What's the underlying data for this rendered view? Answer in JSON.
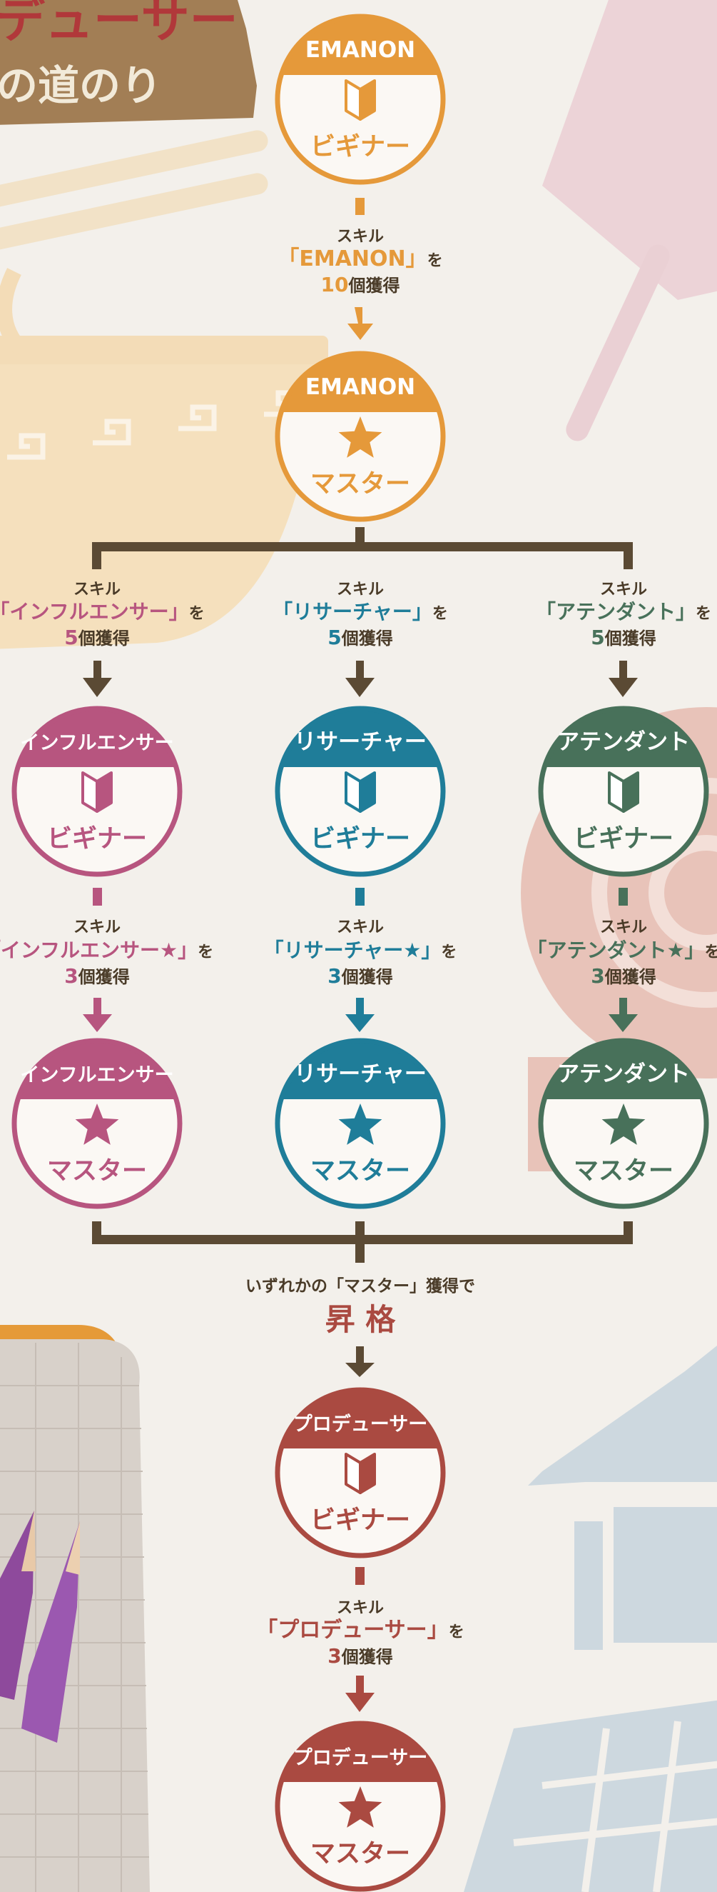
{
  "title_banner": {
    "line1": "デューサー",
    "line2": "の道のり"
  },
  "colors": {
    "background": "#f3f0eb",
    "orange": "#e5993a",
    "pink": "#b7557f",
    "teal": "#1f7d99",
    "green": "#48715a",
    "red": "#aa4a41",
    "connector": "#5b4a34"
  },
  "nodes": {
    "emanon_beginner": {
      "header": "EMANON",
      "icon": "beginner-mark-icon",
      "level": "ビギナー"
    },
    "emanon_master": {
      "header": "EMANON",
      "icon": "star-icon",
      "level": "マスター"
    },
    "influencer_beginner": {
      "header": "インフルエンサー",
      "icon": "beginner-mark-icon",
      "level": "ビギナー"
    },
    "researcher_beginner": {
      "header": "リサーチャー",
      "icon": "beginner-mark-icon",
      "level": "ビギナー"
    },
    "attendant_beginner": {
      "header": "アテンダント",
      "icon": "beginner-mark-icon",
      "level": "ビギナー"
    },
    "influencer_master": {
      "header": "インフルエンサー",
      "icon": "star-icon",
      "level": "マスター"
    },
    "researcher_master": {
      "header": "リサーチャー",
      "icon": "star-icon",
      "level": "マスター"
    },
    "attendant_master": {
      "header": "アテンダント",
      "icon": "star-icon",
      "level": "マスター"
    },
    "producer_beginner": {
      "header": "プロデューサー",
      "icon": "beginner-mark-icon",
      "level": "ビギナー"
    },
    "producer_master": {
      "header": "プロデューサー",
      "icon": "star-icon",
      "level": "マスター"
    }
  },
  "requirements": {
    "emanon": {
      "top": "スキル",
      "open": "「",
      "skill": "EMANON",
      "close": "」",
      "suffix": "を",
      "count": "10",
      "count_suffix": "個獲得"
    },
    "influencer_branch": {
      "top": "スキル",
      "open": "「",
      "skill": "インフルエンサー",
      "close": "」",
      "suffix": "を",
      "count": "5",
      "count_suffix": "個獲得"
    },
    "researcher_branch": {
      "top": "スキル",
      "open": "「",
      "skill": "リサーチャー",
      "close": "」",
      "suffix": "を",
      "count": "5",
      "count_suffix": "個獲得"
    },
    "attendant_branch": {
      "top": "スキル",
      "open": "「",
      "skill": "アテンダント",
      "close": "」",
      "suffix": "を",
      "count": "5",
      "count_suffix": "個獲得"
    },
    "influencer_master": {
      "top": "スキル",
      "open": "「",
      "skill": "インフルエンサー★",
      "close": "」",
      "suffix": "を",
      "count": "3",
      "count_suffix": "個獲得"
    },
    "researcher_master": {
      "top": "スキル",
      "open": "「",
      "skill": "リサーチャー★",
      "close": "」",
      "suffix": "を",
      "count": "3",
      "count_suffix": "個獲得"
    },
    "attendant_master": {
      "top": "スキル",
      "open": "「",
      "skill": "アテンダント★",
      "close": "」",
      "suffix": "を",
      "count": "3",
      "count_suffix": "個獲得"
    },
    "producer": {
      "top": "スキル",
      "open": "「",
      "skill": "プロデューサー",
      "close": "」",
      "suffix": "を",
      "count": "3",
      "count_suffix": "個獲得"
    }
  },
  "promotion": {
    "condition": "いずれかの「マスター」獲得で",
    "label": "昇 格"
  }
}
